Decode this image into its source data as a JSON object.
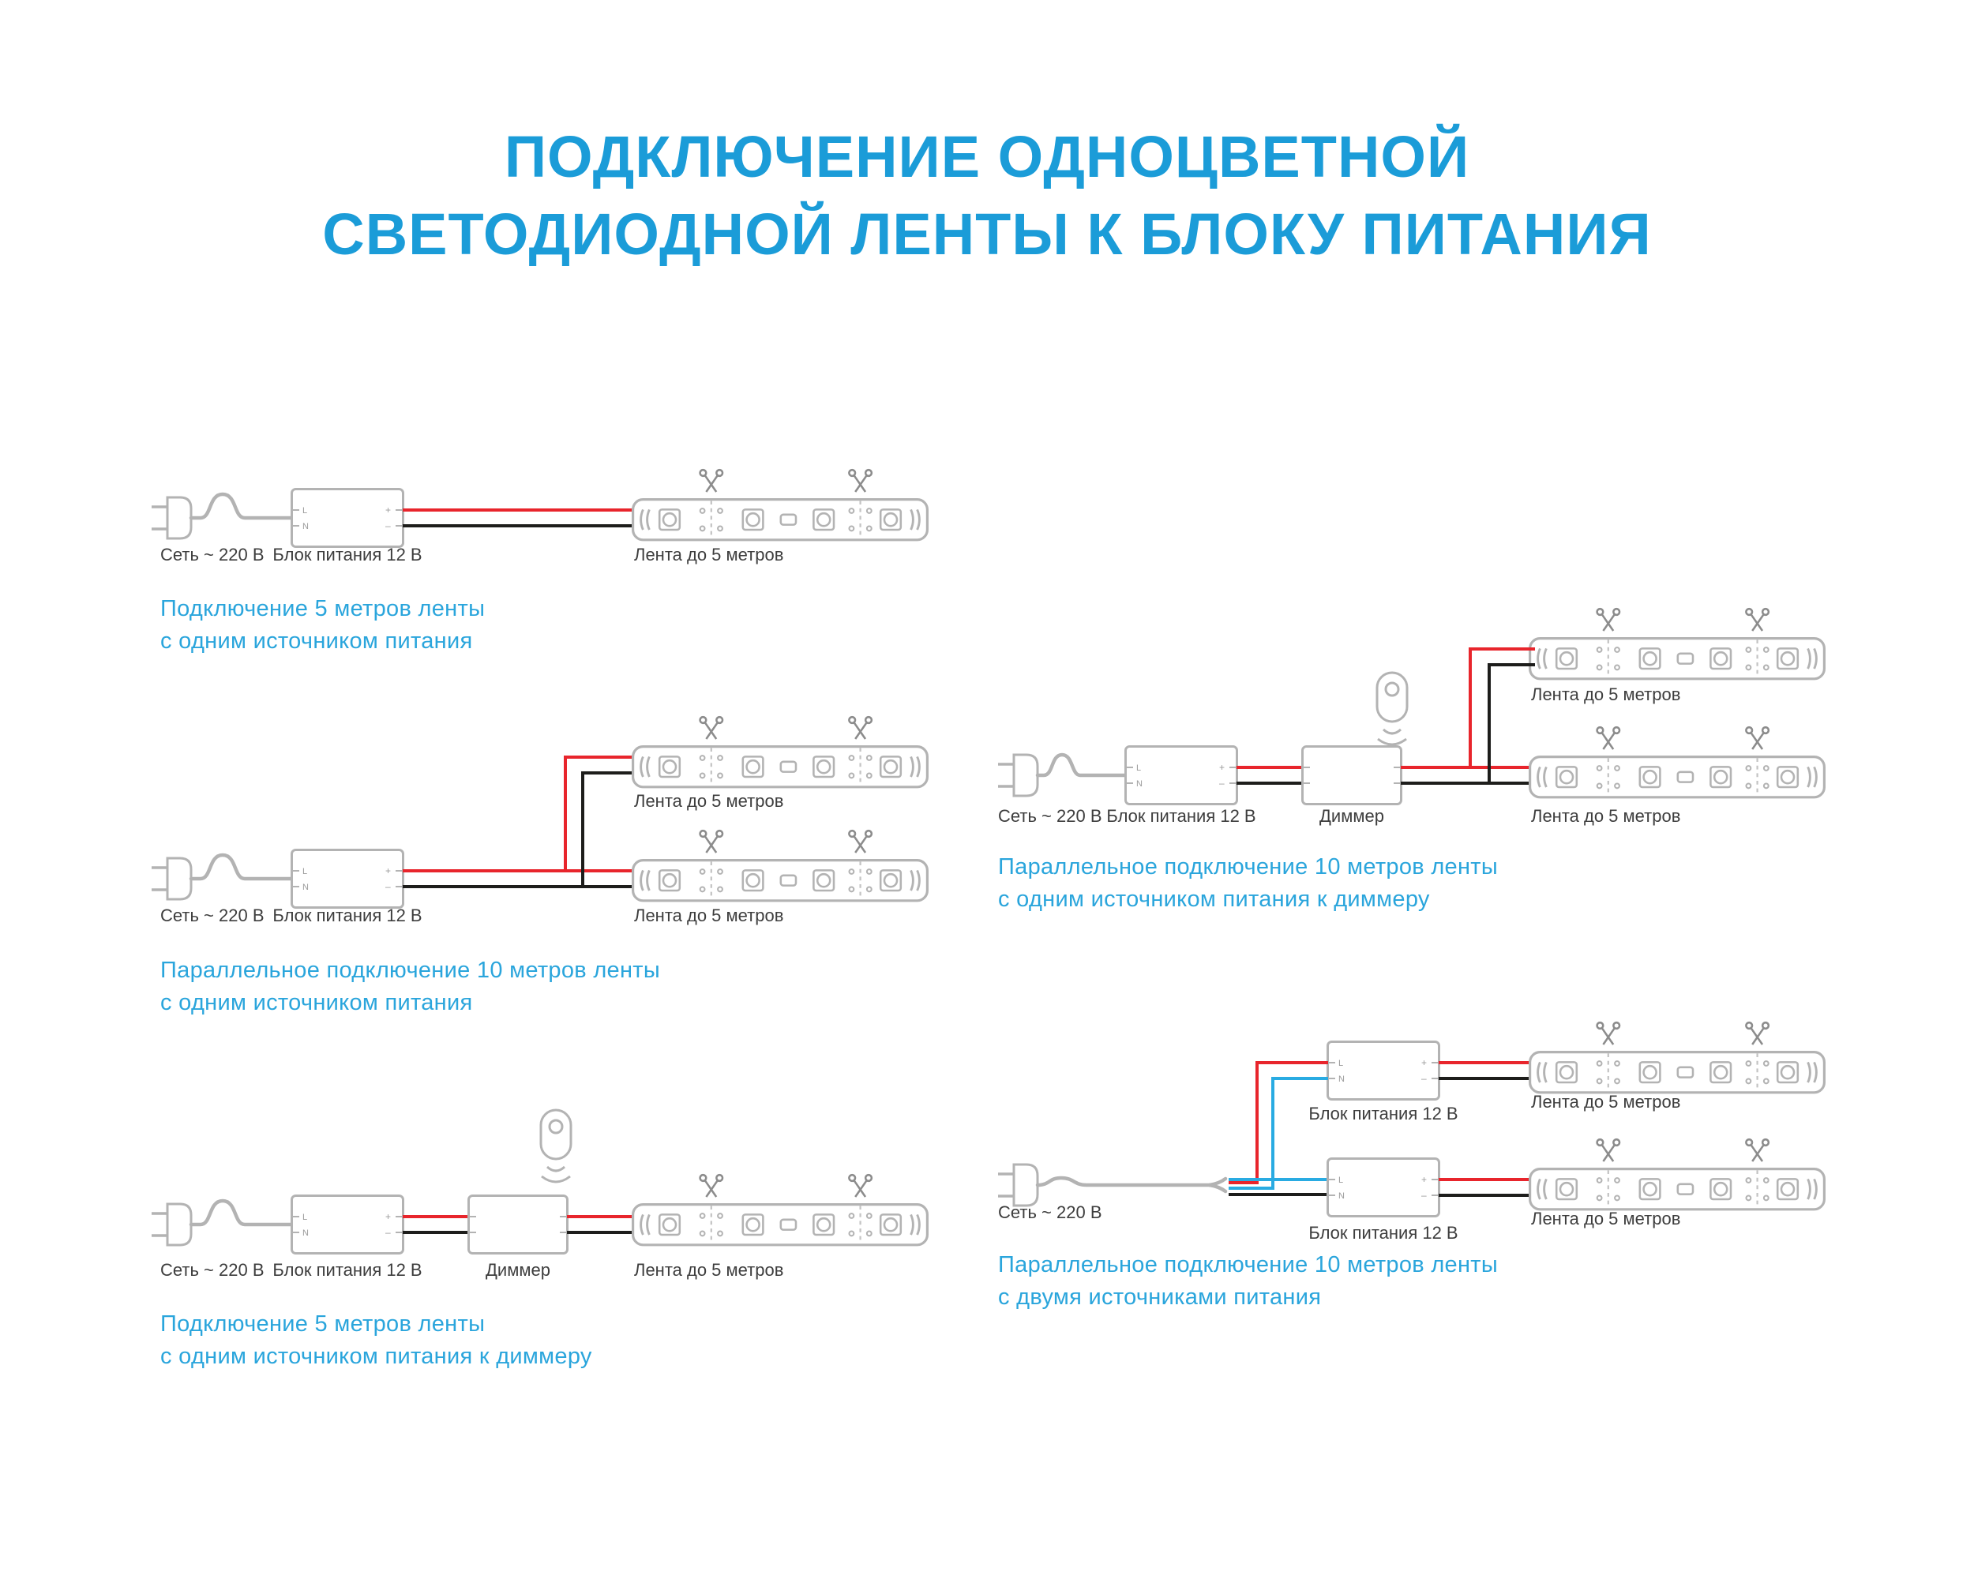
{
  "title": {
    "line1": "ПОДКЛЮЧЕНИЕ ОДНОЦВЕТНОЙ",
    "line2": "СВЕТОДИОДНОЙ ЛЕНТЫ К БЛОКУ ПИТАНИЯ"
  },
  "labels": {
    "mains": "Сеть ~ 220 В",
    "psu": "Блок питания 12 В",
    "dimmer": "Диммер",
    "strip": "Лента до 5 метров"
  },
  "psu_marks": {
    "plus": "+",
    "minus": "–",
    "line": "L",
    "neutral": "N"
  },
  "diagrams": {
    "d1": {
      "caption1": "Подключение 5 метров ленты",
      "caption2": "с одним источником питания"
    },
    "d2": {
      "caption1": "Параллельное подключение 10 метров ленты",
      "caption2": "с одним источником питания"
    },
    "d3": {
      "caption1": "Подключение 5 метров ленты",
      "caption2": "с одним источником питания к диммеру"
    },
    "d4": {
      "caption1": "Параллельное подключение 10 метров ленты",
      "caption2": "с одним источником питания к диммеру"
    },
    "d5": {
      "caption1": "Параллельное подключение 10 метров ленты",
      "caption2": "с двумя источниками питания"
    }
  },
  "colors": {
    "title-blue": "#1b9cd8",
    "caption-blue": "#2aa5dc",
    "outline-gray": "#b3b3b3",
    "label-gray": "#3d3d3d",
    "wire-red": "#e8252c",
    "wire-black": "#1d1d1b",
    "wire-blue": "#29abe2",
    "background": "#ffffff"
  }
}
